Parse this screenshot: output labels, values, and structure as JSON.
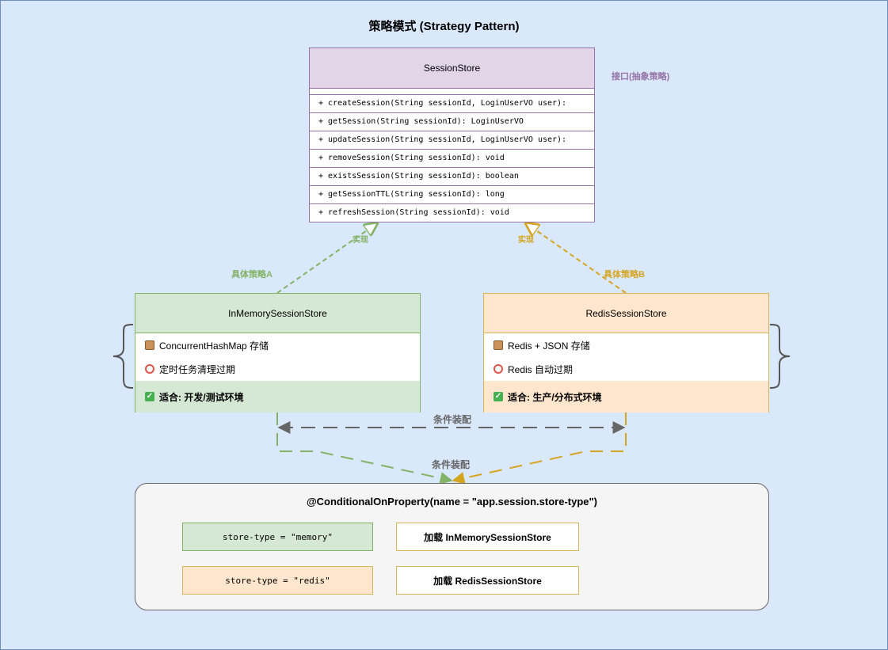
{
  "title": "策略模式 (Strategy Pattern)",
  "interface": {
    "name": "SessionStore",
    "note": "接口(抽象策略)",
    "methods": [
      "+ createSession(String sessionId, LoginUserVO user):",
      "+ getSession(String sessionId): LoginUserVO",
      "+ updateSession(String sessionId, LoginUserVO user):",
      "+ removeSession(String sessionId): void",
      "+ existsSession(String sessionId): boolean",
      "+ getSessionTTL(String sessionId): long",
      "+ refreshSession(String sessionId): void"
    ]
  },
  "edges": {
    "implements_left": "实现",
    "implements_right": "实现",
    "conditional_wiring_top": "条件装配",
    "conditional_wiring_bottom": "条件装配"
  },
  "strategy_a": {
    "label": "具体策略A",
    "name": "InMemorySessionStore",
    "storage": "ConcurrentHashMap 存储",
    "expiry": "定时任务清理过期",
    "fit": "适合: 开发/测试环境",
    "color": "#82b366"
  },
  "strategy_b": {
    "label": "具体策略B",
    "name": "RedisSessionStore",
    "storage": "Redis + JSON 存储",
    "expiry": "Redis 自动过期",
    "fit": "适合: 生产/分布式环境",
    "color": "#d6a520"
  },
  "conditional": {
    "annotation": "@ConditionalOnProperty(name = \"app.session.store-type\")",
    "memory_value": "store-type = \"memory\"",
    "memory_result": "加载 InMemorySessionStore",
    "redis_value": "store-type = \"redis\"",
    "redis_result": "加载 RedisSessionStore"
  },
  "colors": {
    "background": "#dae8fc",
    "interface_fill": "#e1d5e7",
    "interface_stroke": "#9673a6",
    "green_fill": "#d5e8d4",
    "orange_fill": "#ffe6cc",
    "neutral_arrow": "#666666"
  }
}
